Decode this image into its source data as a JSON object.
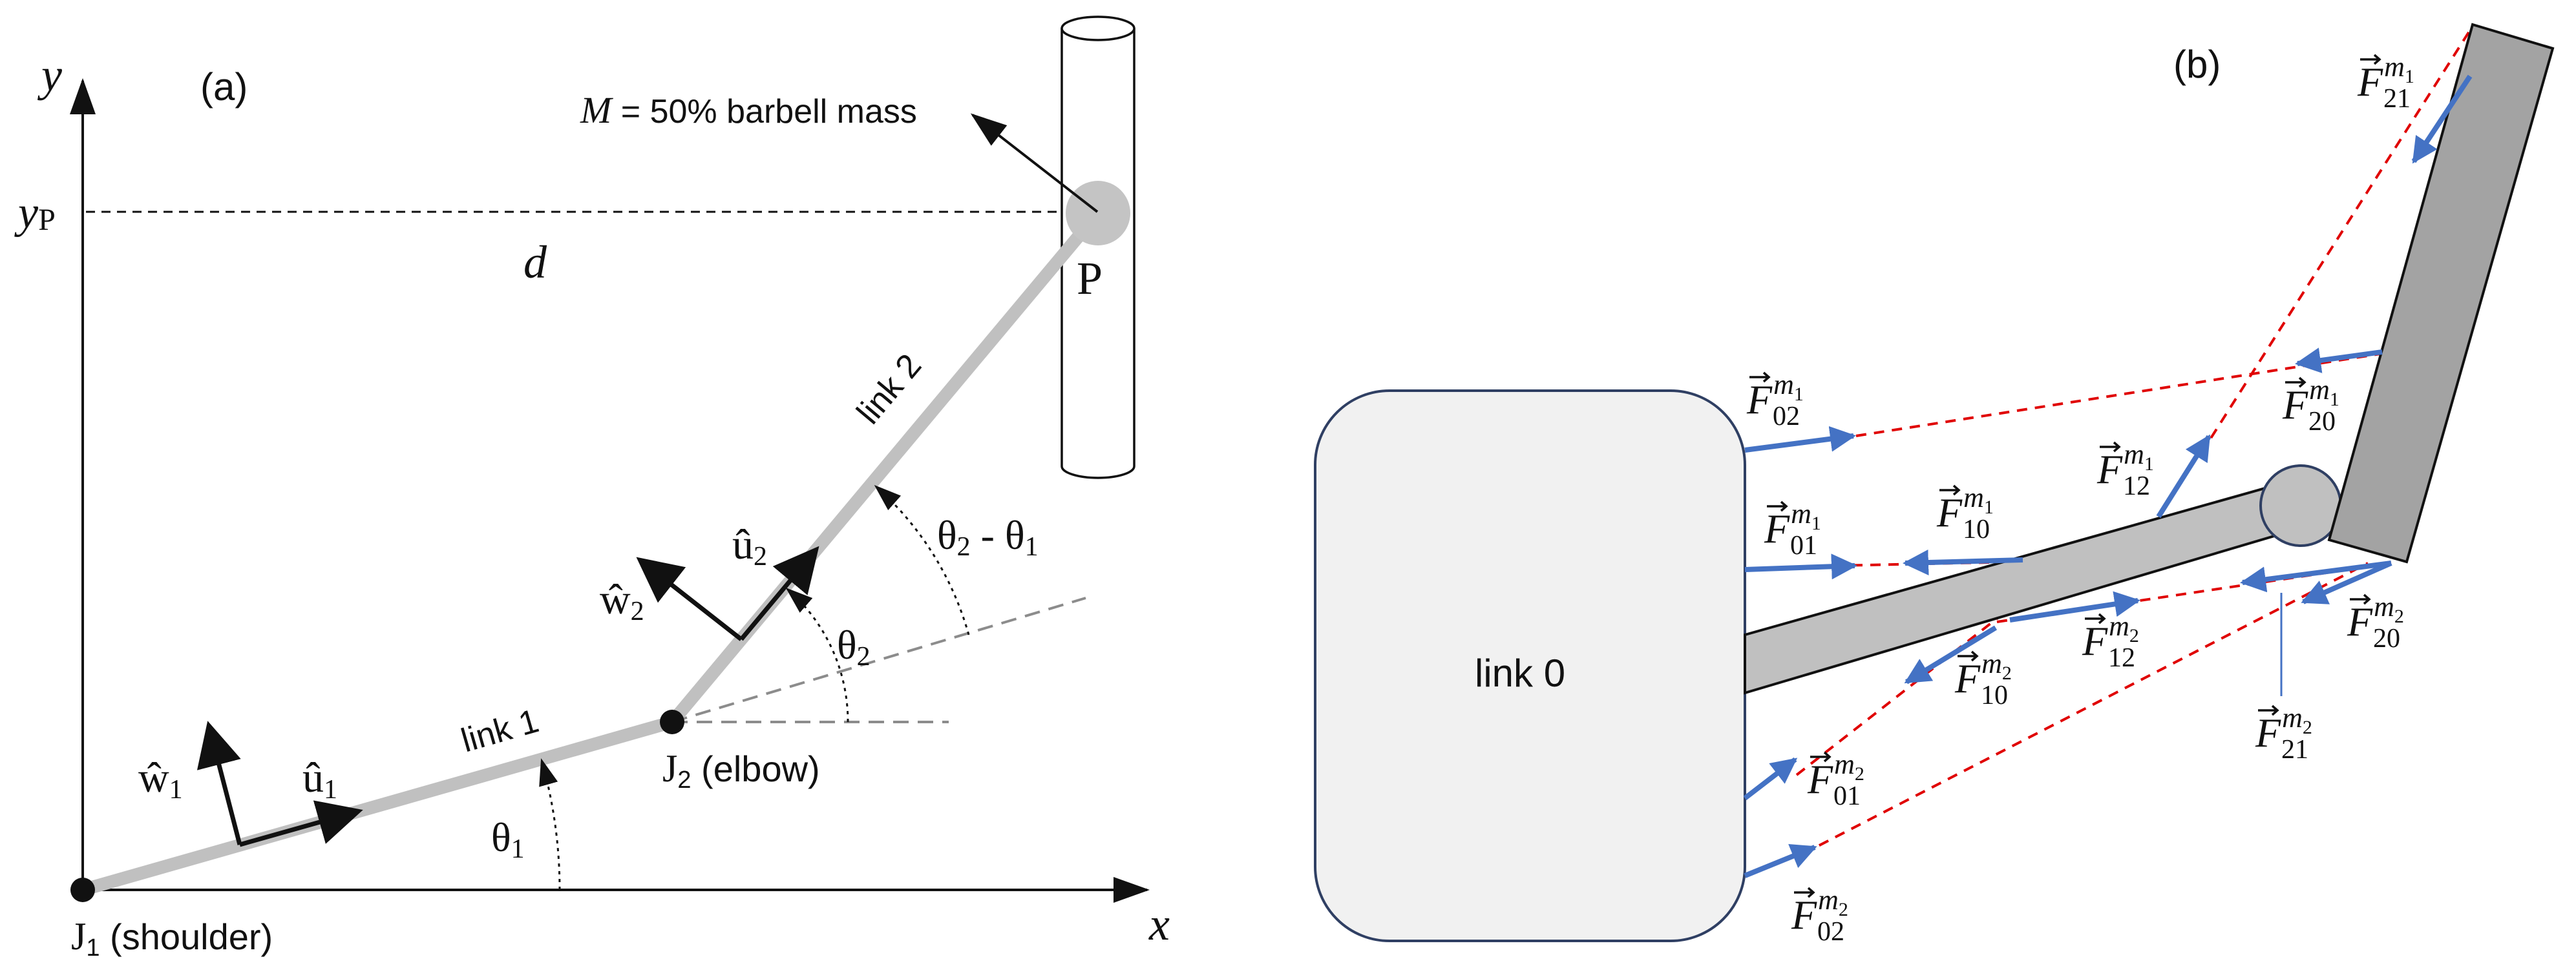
{
  "colors": {
    "link": "#c0c0c0",
    "link_dark": "#a8a8a8",
    "link2_fill": "#a3a3a3",
    "link0_fill": "#f1f1f1",
    "link0_stroke": "#2f3f63",
    "force_arrow": "#4472c4",
    "dash_red": "#e00000",
    "dash_gray": "#8c8c8c",
    "ink": "#111111"
  },
  "panel_a": {
    "label": "(a)",
    "axis_y": "y",
    "axis_x": "x",
    "yp": {
      "main": "y",
      "sub": "P"
    },
    "d": "d",
    "point_p": "P",
    "barbell_note": {
      "var": "M",
      "rest": " = 50% barbell mass"
    },
    "j1": {
      "main": "J",
      "sub": "1",
      "rest": " (shoulder)"
    },
    "j2": {
      "main": "J",
      "sub": "2",
      "rest": " (elbow)"
    },
    "link1": "link 1",
    "link2": "link 2",
    "theta1": {
      "main": "θ",
      "sub": "1"
    },
    "theta2": {
      "main": "θ",
      "sub": "2"
    },
    "theta_diff": {
      "a": "θ",
      "a_sub": "2",
      "mid": " - θ",
      "b_sub": "1"
    },
    "u1": {
      "main": "û",
      "sub": "1"
    },
    "w1": {
      "main": "ŵ",
      "sub": "1"
    },
    "u2": {
      "main": "û",
      "sub": "2"
    },
    "w2": {
      "main": "ŵ",
      "sub": "2"
    }
  },
  "panel_b": {
    "label": "(b)",
    "link0": "link 0",
    "forces": [
      {
        "id": "F02m1",
        "base": "F",
        "sub": "02",
        "sup_base": "m",
        "sup_sub": "1"
      },
      {
        "id": "F01m1",
        "base": "F",
        "sub": "01",
        "sup_base": "m",
        "sup_sub": "1"
      },
      {
        "id": "F10m1",
        "base": "F",
        "sub": "10",
        "sup_base": "m",
        "sup_sub": "1"
      },
      {
        "id": "F12m1",
        "base": "F",
        "sub": "12",
        "sup_base": "m",
        "sup_sub": "1"
      },
      {
        "id": "F20m1",
        "base": "F",
        "sub": "20",
        "sup_base": "m",
        "sup_sub": "1"
      },
      {
        "id": "F21m1",
        "base": "F",
        "sub": "21",
        "sup_base": "m",
        "sup_sub": "1"
      },
      {
        "id": "F12m2",
        "base": "F",
        "sub": "12",
        "sup_base": "m",
        "sup_sub": "2"
      },
      {
        "id": "F10m2",
        "base": "F",
        "sub": "10",
        "sup_base": "m",
        "sup_sub": "2"
      },
      {
        "id": "F20m2",
        "base": "F",
        "sub": "20",
        "sup_base": "m",
        "sup_sub": "2"
      },
      {
        "id": "F21m2",
        "base": "F",
        "sub": "21",
        "sup_base": "m",
        "sup_sub": "2"
      },
      {
        "id": "F01m2",
        "base": "F",
        "sub": "01",
        "sup_base": "m",
        "sup_sub": "2"
      },
      {
        "id": "F02m2",
        "base": "F",
        "sub": "02",
        "sup_base": "m",
        "sup_sub": "2"
      }
    ]
  }
}
